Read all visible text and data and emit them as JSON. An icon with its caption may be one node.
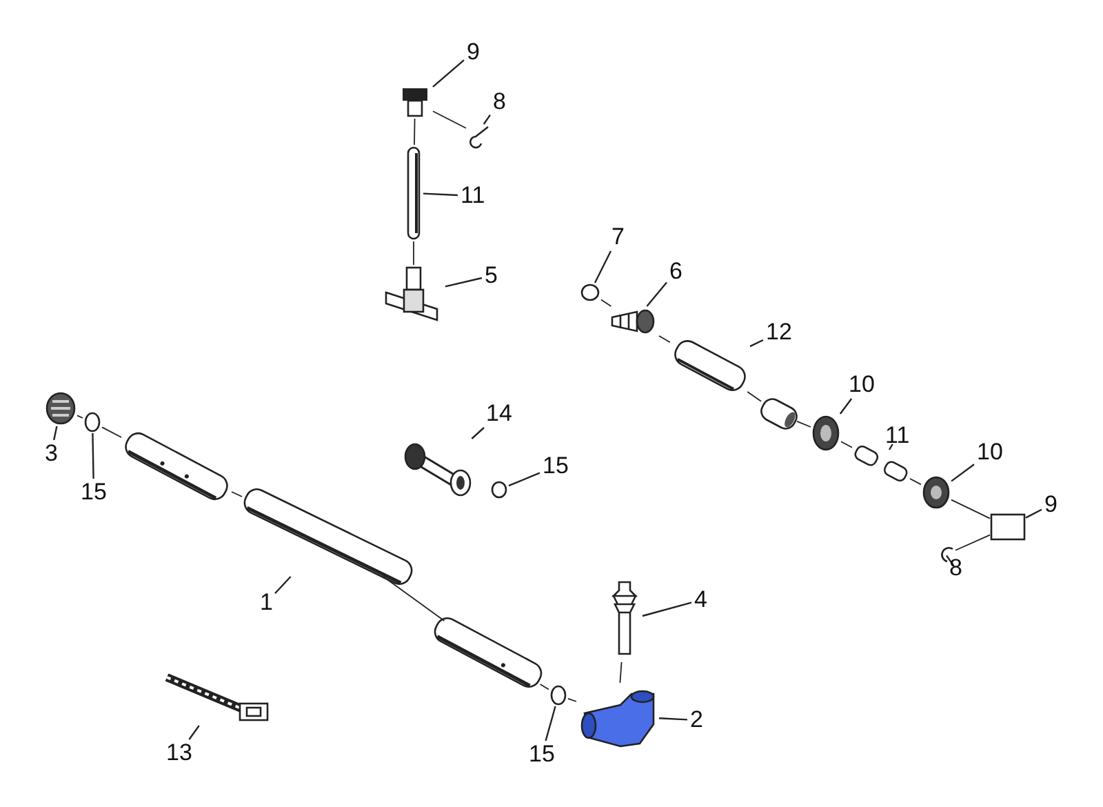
{
  "diagram": {
    "nodes": [
      {
        "text": [
          "9"
        ]
      },
      {
        "text": [],
        "shape": "picture"
      },
      {
        "text": [
          "8"
        ]
      },
      {
        "text": [],
        "shape": "picture"
      },
      {
        "text": [
          "11"
        ]
      },
      {
        "text": [],
        "shape": "picture"
      },
      {
        "text": [
          "5"
        ]
      },
      {
        "text": [],
        "shape": "picture"
      },
      {
        "text": [
          "7"
        ]
      },
      {
        "text": [],
        "shape": "circle"
      },
      {
        "text": [
          "6"
        ]
      },
      {
        "text": [],
        "shape": "picture"
      },
      {
        "text": [
          "12"
        ]
      },
      {
        "text": [],
        "shape": "picture"
      },
      {
        "text": [
          "10"
        ]
      },
      {
        "text": [],
        "shape": "picture"
      },
      {
        "text": [
          "11"
        ]
      },
      {
        "text": [],
        "shape": "picture"
      },
      {
        "text": [
          "10"
        ]
      },
      {
        "text": [],
        "shape": "picture"
      },
      {
        "text": [
          "9"
        ]
      },
      {
        "text": [],
        "shape": "box"
      },
      {
        "text": [
          "8"
        ]
      },
      {
        "text": [],
        "shape": "picture"
      },
      {
        "text": [
          "14"
        ]
      },
      {
        "text": [],
        "shape": "picture"
      },
      {
        "text": [
          "15"
        ]
      },
      {
        "text": [],
        "shape": "circle"
      },
      {
        "text": [
          "3"
        ]
      },
      {
        "text": [],
        "shape": "picture"
      },
      {
        "text": [
          "15"
        ]
      },
      {
        "text": [],
        "shape": "circle"
      },
      {
        "text": [
          "1"
        ]
      },
      {
        "text": [],
        "shape": "picture"
      },
      {
        "text": [
          "4"
        ]
      },
      {
        "text": [],
        "shape": "picture"
      },
      {
        "text": [
          "2"
        ]
      },
      {
        "text": [],
        "shape": "picture"
      },
      {
        "text": [
          "15"
        ]
      },
      {
        "text": [],
        "shape": "circle"
      },
      {
        "text": [
          "13"
        ]
      },
      {
        "text": [],
        "shape": "picture"
      },
      {
        "text": [],
        "shape": "picture"
      },
      {
        "text": [],
        "shape": "picture"
      },
      {
        "text": [],
        "shape": "picture"
      }
    ],
    "edges": [
      {
        "from": 0,
        "to": 1,
        "arrow": "none"
      },
      {
        "from": 2,
        "to": 3,
        "arrow": "none"
      },
      {
        "from": 4,
        "to": 5,
        "arrow": "none"
      },
      {
        "from": 6,
        "to": 7,
        "arrow": "none"
      },
      {
        "from": 8,
        "to": 9,
        "arrow": "none"
      },
      {
        "from": 10,
        "to": 11,
        "arrow": "none"
      },
      {
        "from": 12,
        "to": 13,
        "arrow": "none"
      },
      {
        "from": 14,
        "to": 15,
        "arrow": "none"
      },
      {
        "from": 16,
        "to": 17,
        "arrow": "none"
      },
      {
        "from": 18,
        "to": 19,
        "arrow": "none"
      },
      {
        "from": 20,
        "to": 21,
        "arrow": "none"
      },
      {
        "from": 22,
        "to": 23,
        "arrow": "none"
      },
      {
        "from": 24,
        "to": 25,
        "arrow": "none"
      },
      {
        "from": 26,
        "to": 27,
        "arrow": "none"
      },
      {
        "from": 28,
        "to": 29,
        "arrow": "none"
      },
      {
        "from": 30,
        "to": 31,
        "arrow": "none"
      },
      {
        "from": 32,
        "to": 33,
        "arrow": "none"
      },
      {
        "from": 34,
        "to": 35,
        "arrow": "none"
      },
      {
        "from": 36,
        "to": 37,
        "arrow": "none"
      },
      {
        "from": 38,
        "to": 39,
        "arrow": "none"
      },
      {
        "from": 40,
        "to": 41,
        "arrow": "none"
      },
      {
        "from": 1,
        "to": 3,
        "arrow": "none"
      },
      {
        "from": 1,
        "to": 5,
        "arrow": "none"
      },
      {
        "from": 5,
        "to": 7,
        "arrow": "none"
      },
      {
        "from": 9,
        "to": 11,
        "arrow": "none"
      },
      {
        "from": 11,
        "to": 13,
        "arrow": "none"
      },
      {
        "from": 13,
        "to": 44,
        "arrow": "none"
      },
      {
        "from": 44,
        "to": 15,
        "arrow": "none"
      },
      {
        "from": 15,
        "to": 17,
        "arrow": "none"
      },
      {
        "from": 17,
        "to": 19,
        "arrow": "none"
      },
      {
        "from": 19,
        "to": 21,
        "arrow": "none"
      },
      {
        "from": 21,
        "to": 23,
        "arrow": "none"
      },
      {
        "from": 29,
        "to": 31,
        "arrow": "none"
      },
      {
        "from": 31,
        "to": 42,
        "arrow": "none"
      },
      {
        "from": 42,
        "to": 33,
        "arrow": "none"
      },
      {
        "from": 33,
        "to": 43,
        "arrow": "none"
      },
      {
        "from": 43,
        "to": 39,
        "arrow": "none"
      },
      {
        "from": 39,
        "to": 37,
        "arrow": "none"
      },
      {
        "from": 35,
        "to": 37,
        "arrow": "none"
      }
    ]
  }
}
